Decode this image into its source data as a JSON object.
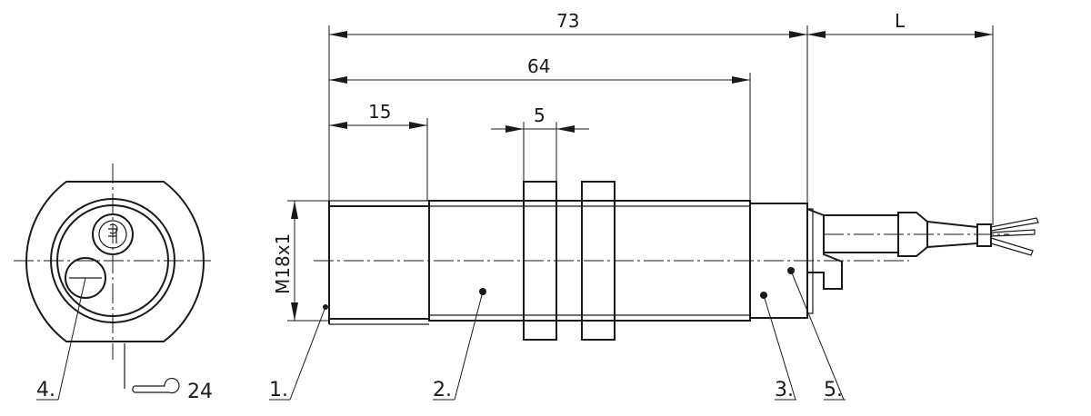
{
  "dimensions": {
    "overall_length": "73",
    "body_length": "64",
    "thread_length": "15",
    "flange_width": "5",
    "cable_length": "L",
    "thread_size": "M18x1",
    "wrench_size": "24"
  },
  "callouts": {
    "c1": "1.",
    "c2": "2.",
    "c3": "3.",
    "c4": "4.",
    "c5": "5."
  }
}
